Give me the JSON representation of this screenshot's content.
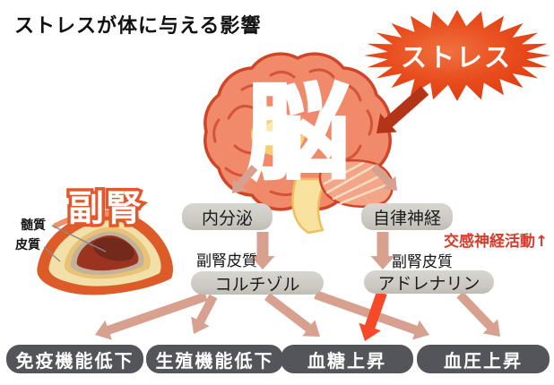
{
  "title": "ストレスが体に与える影響",
  "stress_burst": {
    "label": "ストレス"
  },
  "brain": {
    "label": "脳"
  },
  "adrenal": {
    "label": "副腎",
    "medulla_label": "髄質",
    "cortex_label": "皮質"
  },
  "pathways": {
    "endocrine": {
      "box_label": "内分泌",
      "gland_label": "副腎皮質",
      "hormone_label": "コルチゾル"
    },
    "autonomic": {
      "box_label": "自律神経",
      "note": "交感神経活動↑",
      "gland_label": "副腎皮質",
      "hormone_label": "アドレナリン"
    }
  },
  "effects": [
    {
      "label": "免疫機能低下"
    },
    {
      "label": "生殖機能低下"
    },
    {
      "label": "血糖上昇"
    },
    {
      "label": "血圧上昇"
    }
  ],
  "colors": {
    "burst_red": "#e8491d",
    "dark_arrow_red": "#b43418",
    "highlight_arrow_red": "#f6492a",
    "salmon_arrow": "#d7a08f",
    "brain_fill": "#f08a6b",
    "brain_outline": "#cf4526",
    "label_box_gray": "#cdcac4",
    "effect_box_gray": "#54555a",
    "note_red": "#d93b2a"
  }
}
